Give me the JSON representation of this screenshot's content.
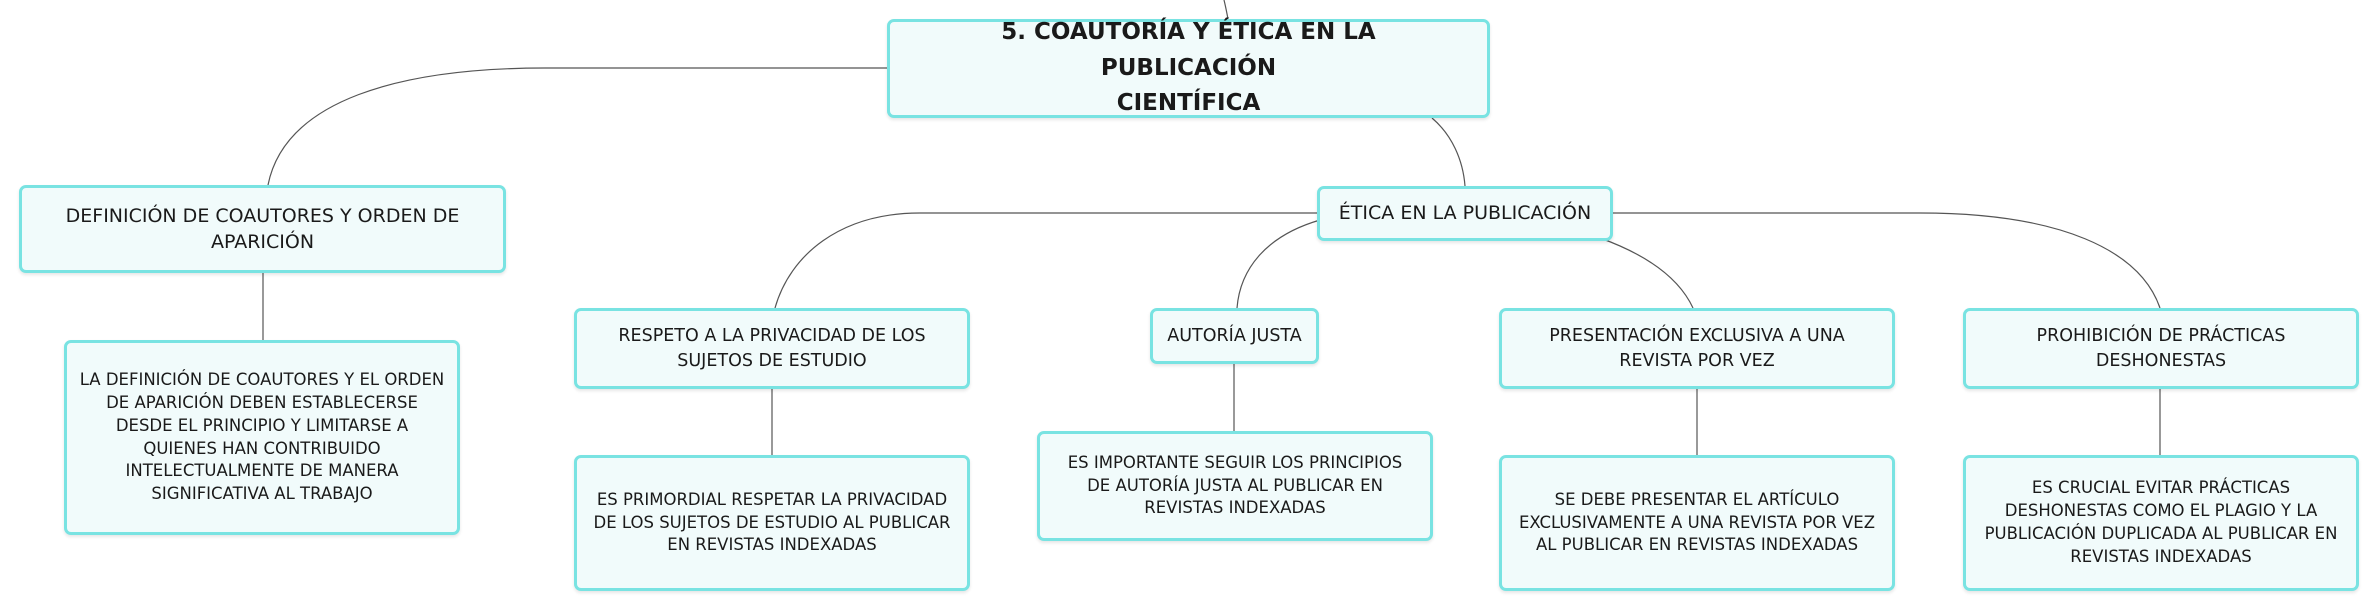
{
  "diagram": {
    "root": {
      "label_line1": "5. COAUTORÍA Y ÉTICA EN LA PUBLICACIÓN",
      "label_line2": "CIENTÍFICA"
    },
    "definicion": {
      "title": "DEFINICIÓN DE COAUTORES Y ORDEN DE APARICIÓN",
      "detail": "LA DEFINICIÓN DE COAUTORES Y EL ORDEN DE APARICIÓN DEBEN ESTABLECERSE DESDE EL PRINCIPIO Y LIMITARSE A QUIENES HAN CONTRIBUIDO INTELECTUALMENTE DE MANERA SIGNIFICATIVA AL TRABAJO"
    },
    "etica": {
      "title": "ÉTICA EN LA PUBLICACIÓN",
      "topics": [
        {
          "title": "RESPETO A LA PRIVACIDAD DE LOS SUJETOS DE ESTUDIO",
          "detail": "ES PRIMORDIAL RESPETAR LA PRIVACIDAD DE LOS SUJETOS DE ESTUDIO AL PUBLICAR EN REVISTAS INDEXADAS"
        },
        {
          "title": "AUTORÍA JUSTA",
          "detail": "ES IMPORTANTE SEGUIR LOS PRINCIPIOS DE AUTORÍA JUSTA AL PUBLICAR EN REVISTAS INDEXADAS"
        },
        {
          "title": "PRESENTACIÓN EXCLUSIVA A UNA REVISTA POR VEZ",
          "detail": "SE DEBE PRESENTAR EL ARTÍCULO EXCLUSIVAMENTE A UNA REVISTA POR VEZ AL PUBLICAR EN REVISTAS INDEXADAS"
        },
        {
          "title": "PROHIBICIÓN DE PRÁCTICAS DESHONESTAS",
          "detail": "ES CRUCIAL EVITAR PRÁCTICAS DESHONESTAS COMO EL PLAGIO Y LA PUBLICACIÓN DUPLICADA AL PUBLICAR EN REVISTAS INDEXADAS"
        }
      ]
    },
    "colors": {
      "node_border": "#79e3e2",
      "node_fill": "#f1fbfb",
      "connector": "#555555"
    }
  }
}
